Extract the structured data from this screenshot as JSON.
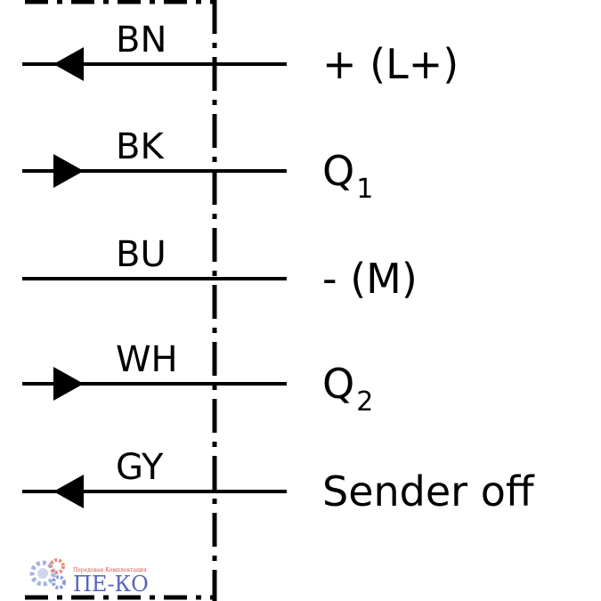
{
  "wires": [
    {
      "code": "BN",
      "signal": "+ (L+)",
      "subscript": "",
      "arrow": "in"
    },
    {
      "code": "BK",
      "signal": "Q",
      "subscript": "1",
      "arrow": "out"
    },
    {
      "code": "BU",
      "signal": "- (M)",
      "subscript": "",
      "arrow": "none"
    },
    {
      "code": "WH",
      "signal": "Q",
      "subscript": "2",
      "arrow": "out"
    },
    {
      "code": "GY",
      "signal": "Sender off",
      "subscript": "",
      "arrow": "in"
    }
  ],
  "watermark": {
    "tagline": "Передовая Комплектация",
    "name": "ПЕ-КО",
    "colors": {
      "tagline": "#d9534f",
      "name": "#5566b8",
      "gear": "#9aa7d8"
    }
  },
  "colors": {
    "line": "#000000",
    "background": "#ffffff"
  }
}
